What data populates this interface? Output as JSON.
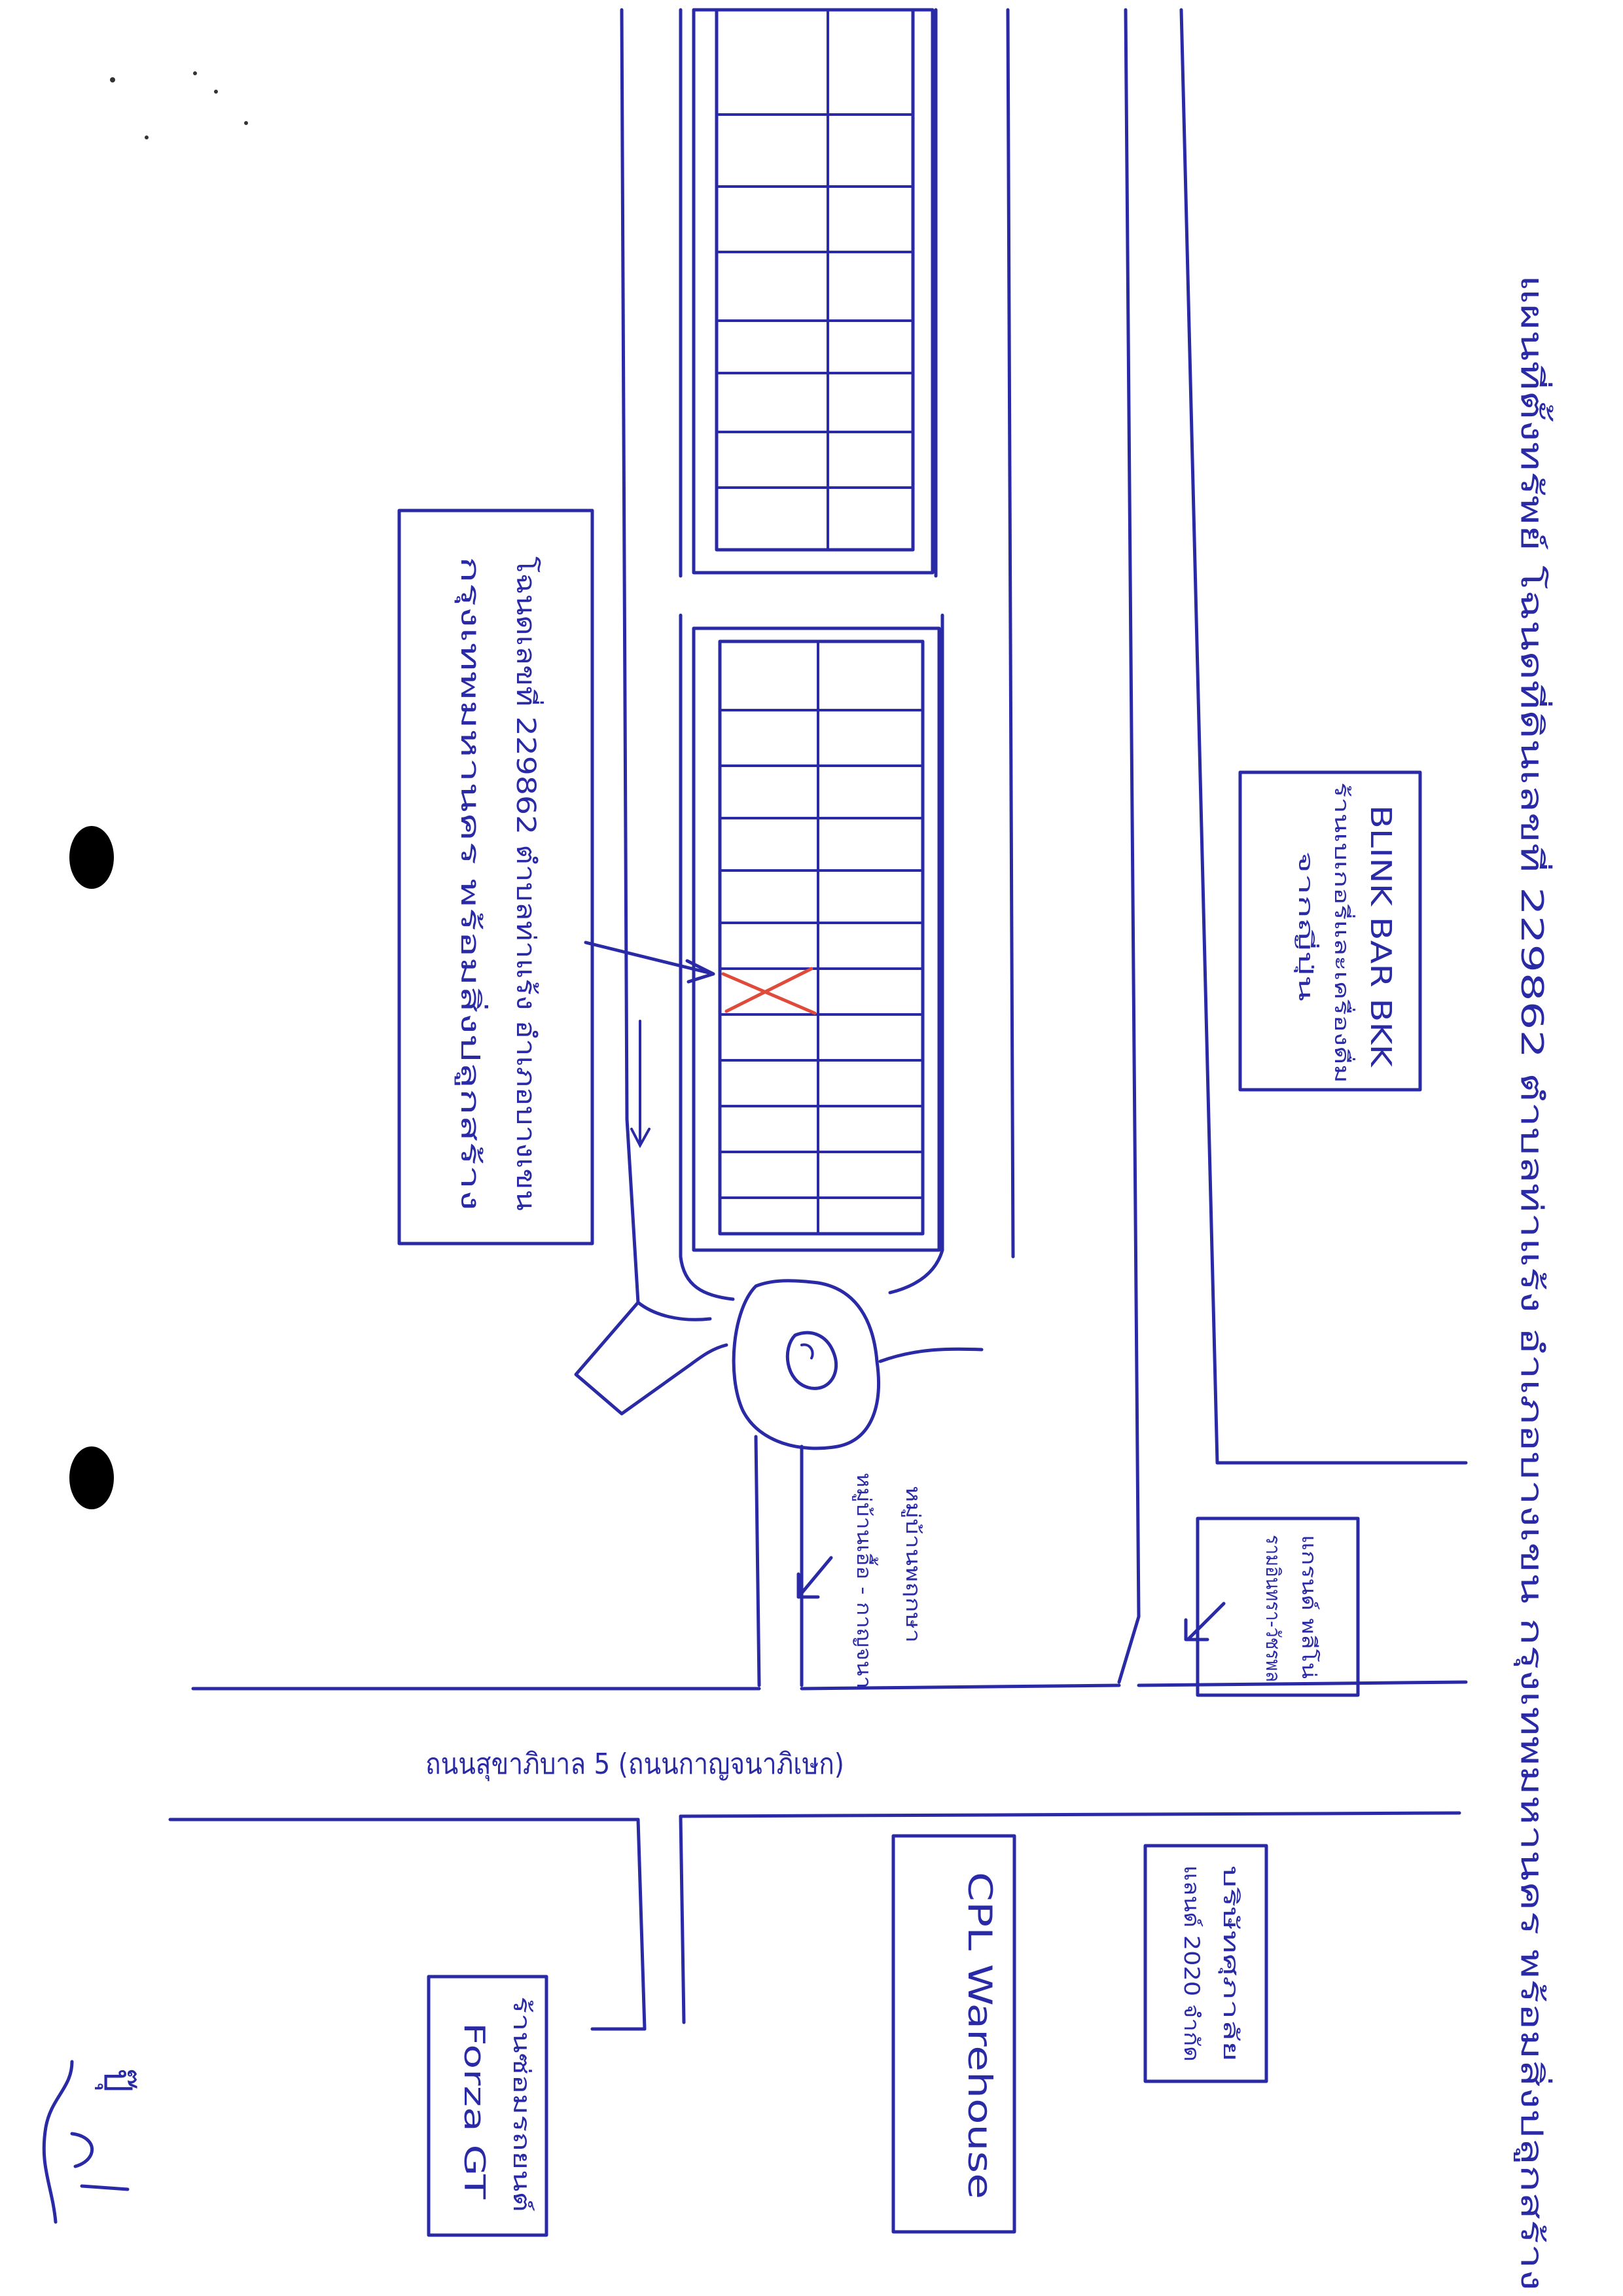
{
  "title": "แผนที่ตั้งทรัพย์ โฉนดที่ดินเลขที่ 229862 ตำบลท่าแร้ง อำเภอบางเขน กรุงเทพมหานคร พร้อมสิ่งปลูกสร้าง",
  "subject_label": {
    "line1": "โฉนดเลขที่ 229862 ตำบลท่าแร้ง อำเภอบางเขน",
    "line2": "กรุงเทพมหานคร พร้อมสิ่งปลูกสร้าง"
  },
  "main_road": "ถนนสุขาภิบาล 5 (ถนนกาญจนาภิเษก)",
  "places": {
    "blink": {
      "name": "BLINK BAR BKK",
      "line2": "ร้านเบเกอรี่และเครื่องดื่ม",
      "line3": "จากญี่ปุ่น"
    },
    "village": {
      "line1": "หมู่บ้านพฤกษา",
      "line2": "หมู่บ้านเอื้อ - กาญจนา"
    },
    "corner": {
      "line1": "แกรนด์ พลีโน่",
      "line2": "รามอินทรา-วัชรพล"
    },
    "cpl": {
      "name": "CPL Warehouse"
    },
    "company": {
      "line1": "บริษัทศุภาลัย",
      "line2": "แลนด์ 2020 จำกัด"
    },
    "forza": {
      "line1": "ร้านซ่อมรถยนต์",
      "line2": "Forza GT"
    }
  },
  "signature": "ปุ๊"
}
